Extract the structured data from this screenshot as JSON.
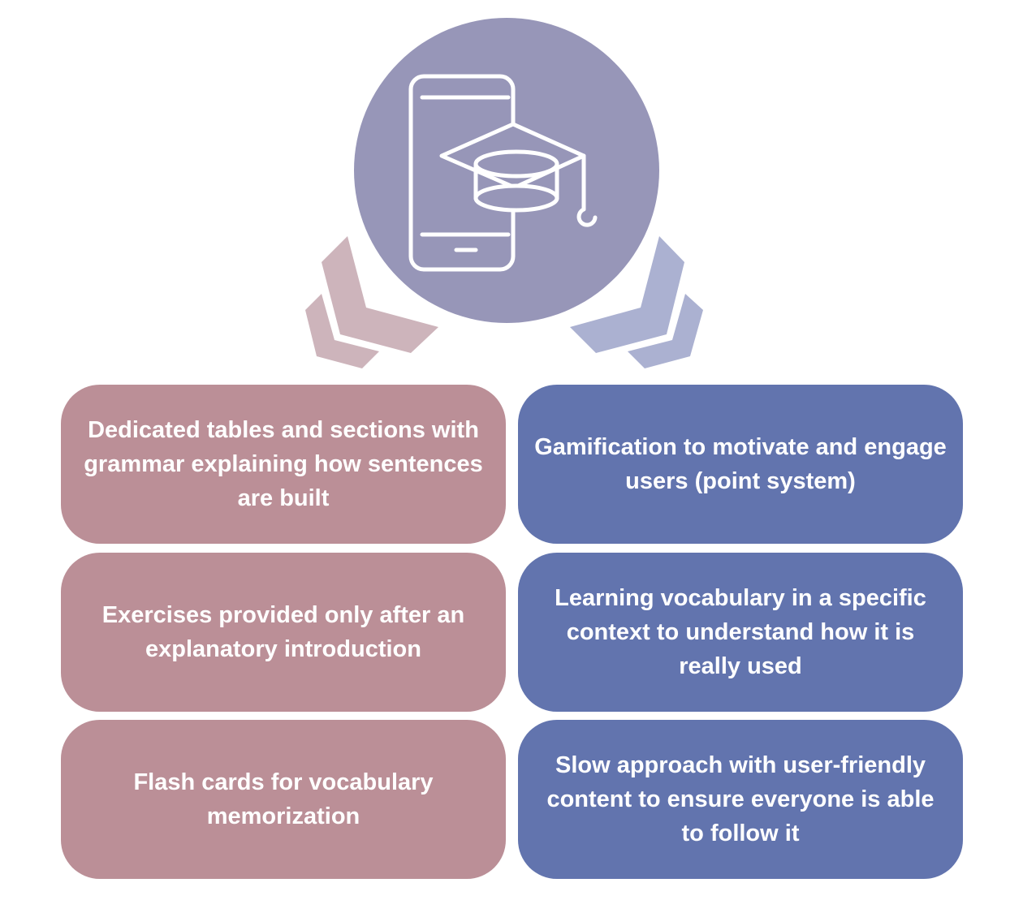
{
  "diagram": {
    "icon": "mobile-learning-graduation-cap-icon",
    "colors": {
      "circle": "#9796b8",
      "left_box": "#bb8f97",
      "right_box": "#6274ae",
      "left_chevron": "#cdb4bb",
      "right_chevron": "#abb1d1"
    },
    "left_items": [
      {
        "text": "Dedicated tables and sections with grammar explaining how sentences are built"
      },
      {
        "text": "Exercises provided only after an explanatory introduction"
      },
      {
        "text": "Flash cards for vocabulary memorization"
      }
    ],
    "right_items": [
      {
        "text": "Gamification to motivate and engage users (point system)"
      },
      {
        "text": "Learning vocabulary in a specific context to understand how it is really used"
      },
      {
        "text": "Slow approach with user-friendly content to ensure everyone is able to follow it"
      }
    ]
  }
}
